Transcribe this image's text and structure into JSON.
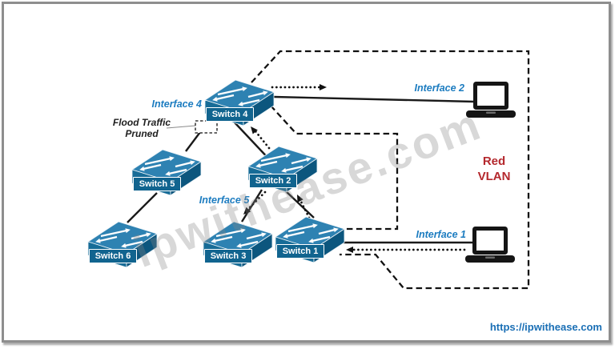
{
  "switches": {
    "s1": {
      "label": "Switch 1"
    },
    "s2": {
      "label": "Switch 2"
    },
    "s3": {
      "label": "Switch 3"
    },
    "s4": {
      "label": "Switch 4"
    },
    "s5": {
      "label": "Switch 5"
    },
    "s6": {
      "label": "Switch 6"
    }
  },
  "interfaces": {
    "i1": {
      "label": "Interface 1"
    },
    "i2": {
      "label": "Interface 2"
    },
    "i4": {
      "label": "Interface 4"
    },
    "i5": {
      "label": "Interface 5"
    }
  },
  "annotations": {
    "flood_line1": "Flood Traffic",
    "flood_line2": "Pruned",
    "vlan_line1": "Red",
    "vlan_line2": "VLAN"
  },
  "watermark": {
    "text": "ipwithease.com"
  },
  "footer": {
    "link_text": "https://ipwithease.com"
  },
  "colors": {
    "switch_top": "#2e82b2",
    "switch_front": "#176c97",
    "switch_side": "#0c567e",
    "switch_label_bg": "#11648f",
    "interface_blue": "#1c7cc0",
    "vlan_red": "#b4282d",
    "footer_blue": "#1a6fb5",
    "line_black": "#1a1a1a"
  }
}
